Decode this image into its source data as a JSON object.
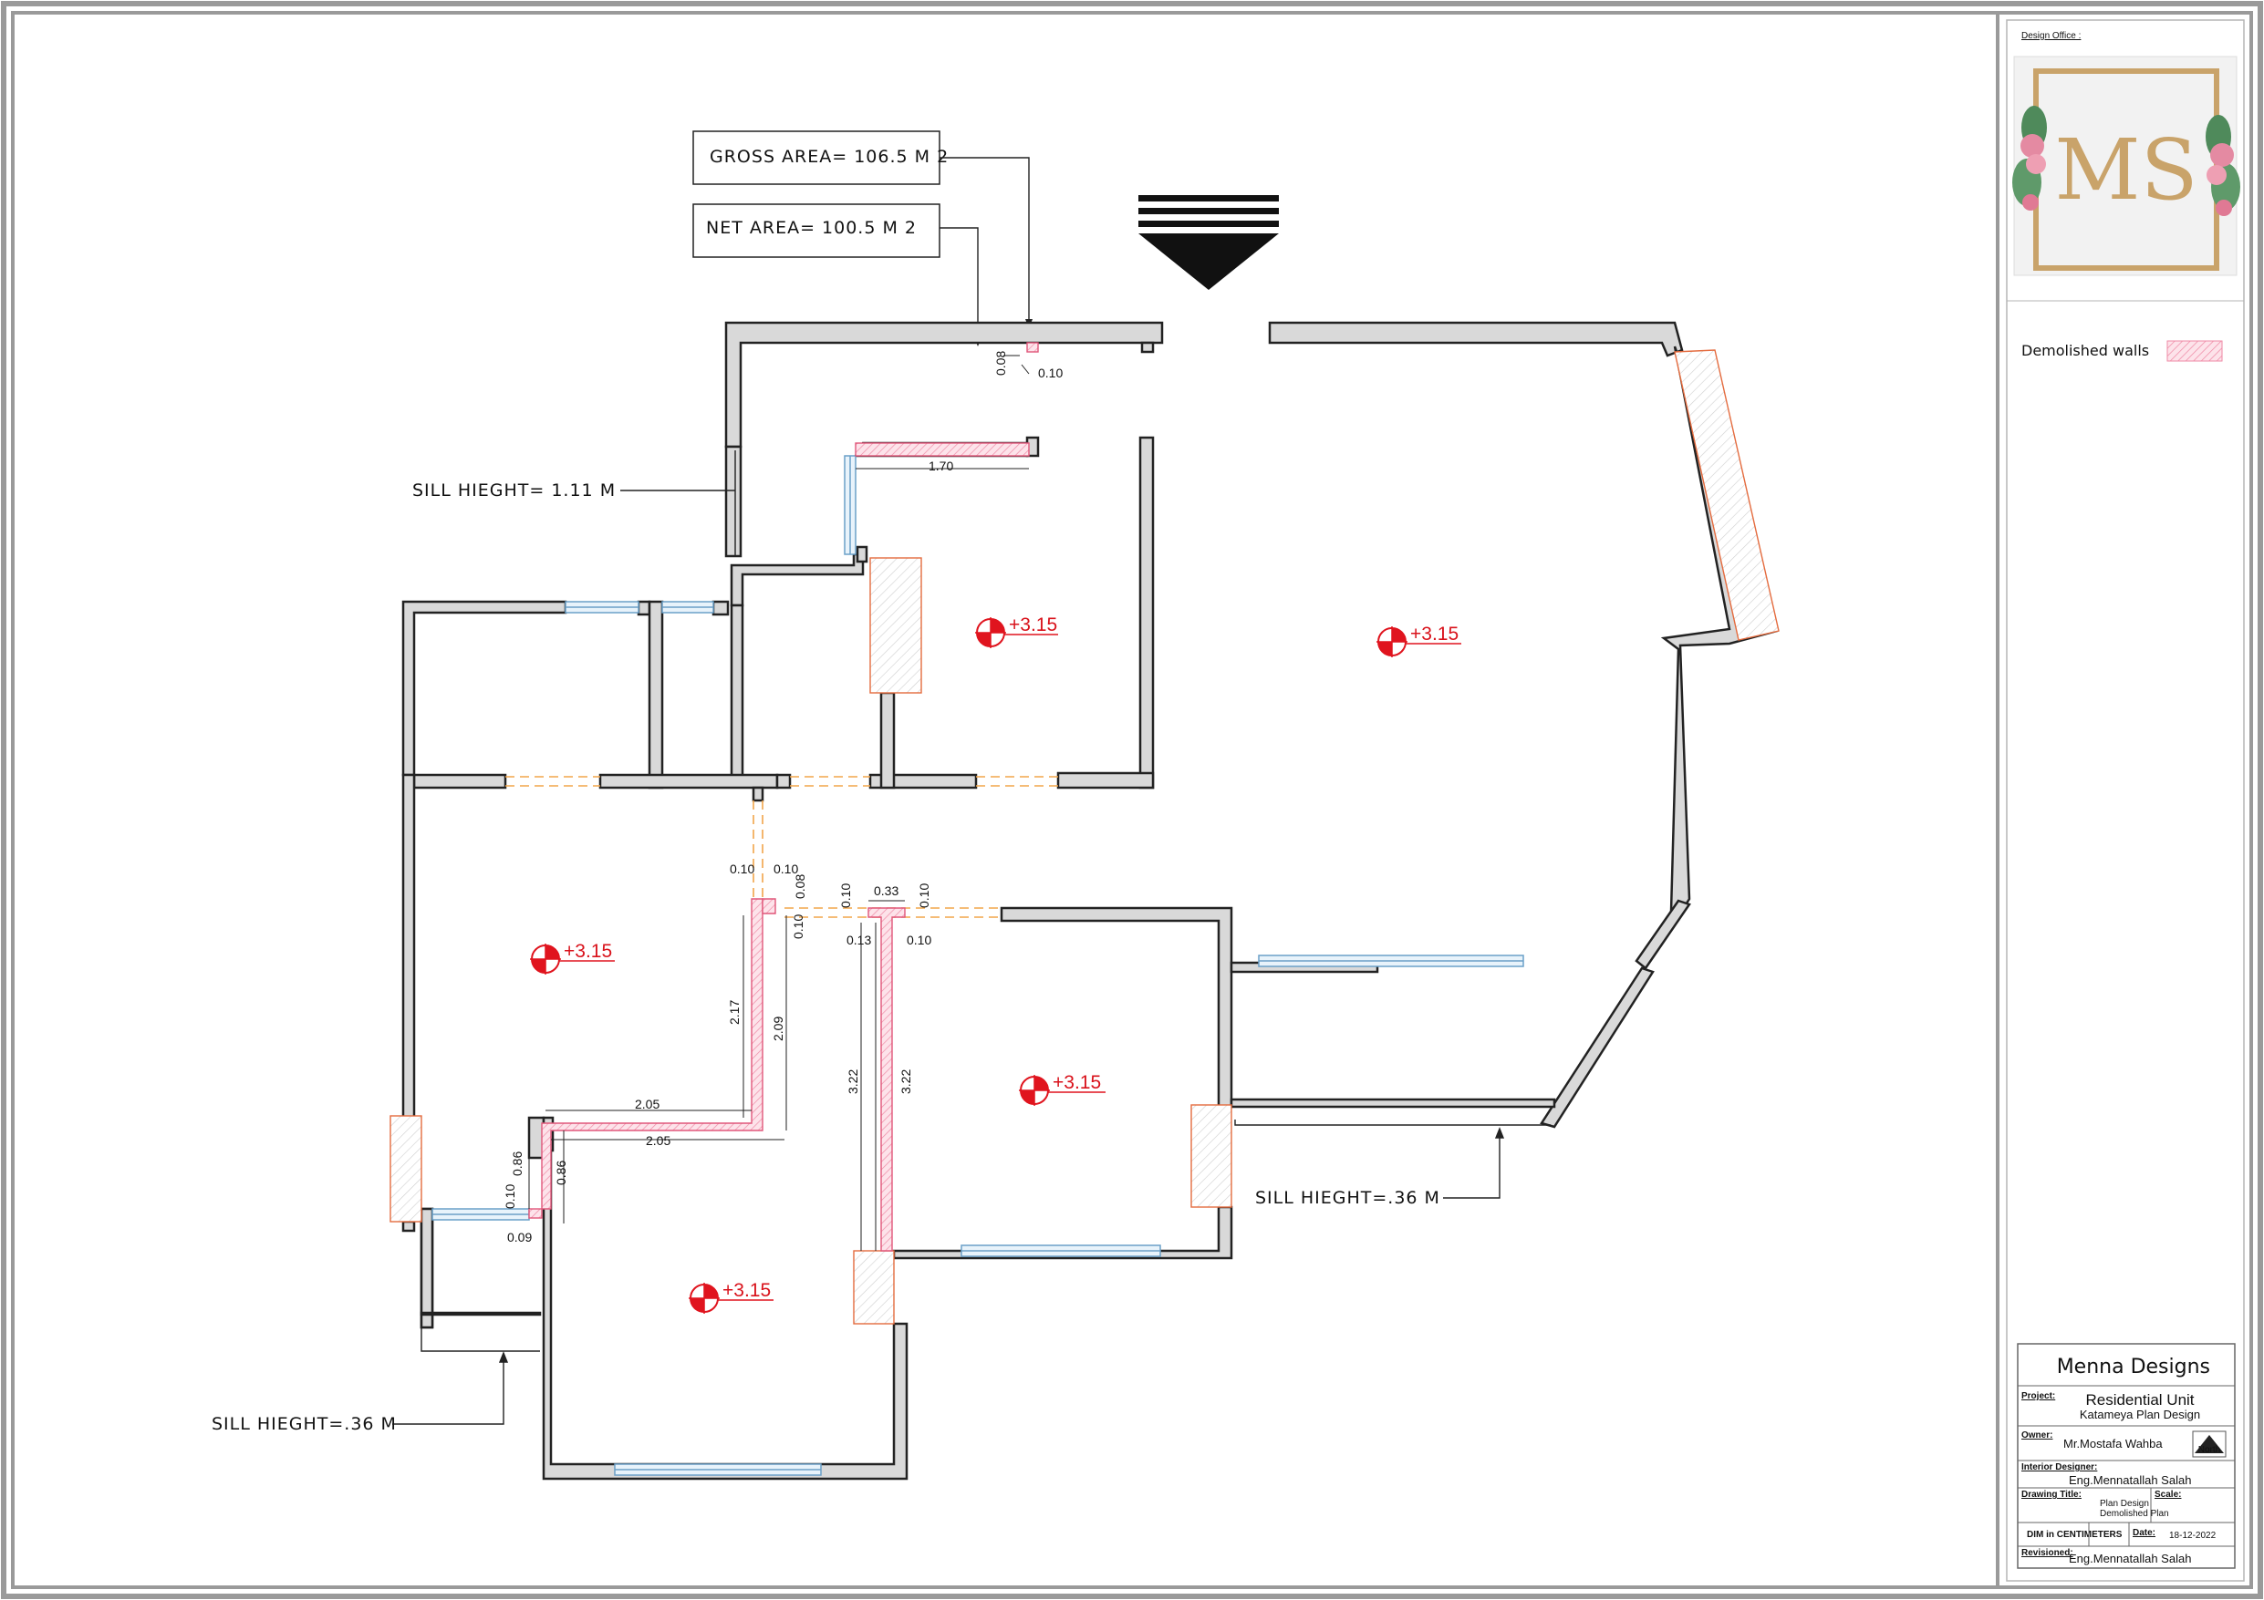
{
  "title_block": {
    "office_label": "Design Office :",
    "logo_text": "MS",
    "legend_label": "Demolished walls",
    "company": "Menna Designs",
    "project_label": "Project:",
    "project_title": "Residential Unit",
    "project_subtitle": "Katameya Plan Design",
    "owner_label": "Owner:",
    "owner_name": "Mr.Mostafa Wahba",
    "north_label": "North",
    "designer_label": "Interior Designer:",
    "designer_name": "Eng.Mennatallah Salah",
    "drawing_title_label": "Drawing Title:",
    "drawing_title_1": "Plan Design",
    "drawing_title_2": "Demolished Plan",
    "scale_label": "Scale:",
    "units_note": "DIM in CENTIMETERS",
    "date_label": "Date:",
    "date": "18-12-2022",
    "revised_label": "Revisioned:",
    "revised_name": "Eng.Mennatallah Salah"
  },
  "notes": {
    "gross_area": "GROSS AREA= 106.5  M 2",
    "net_area": "NET AREA= 100.5 M 2",
    "sill_1": "SILL HIEGHT= 1.11 M",
    "sill_2": "SILL HIEGHT=.36 M",
    "sill_3": "SILL HIEGHT=.36 M"
  },
  "levels": {
    "room_top_center": "+3.15",
    "room_right": "+3.15",
    "room_left": "+3.15",
    "room_center": "+3.15",
    "room_bottom": "+3.15"
  },
  "dimensions": {
    "d_008_top": "0.08",
    "d_010_top": "0.10",
    "d_170": "1.70",
    "d_010_a": "0.10",
    "d_010_b": "0.10",
    "d_008_mid": "0.08",
    "d_010_c": "0.10",
    "d_010_d": "0.10",
    "d_033": "0.33",
    "d_010_e": "0.10",
    "d_013": "0.13",
    "d_010_f": "0.10",
    "d_217": "2.17",
    "d_209": "2.09",
    "d_322_a": "3.22",
    "d_322_b": "3.22",
    "d_205_a": "2.05",
    "d_205_b": "2.05",
    "d_086_a": "0.86",
    "d_086_b": "0.86",
    "d_010_g": "0.10",
    "d_009": "0.09"
  },
  "colors": {
    "wall_fill": "#d9d9d9",
    "demolished": "#f4a6b8",
    "window": "#8fbcd8",
    "level_marker": "#e0141e",
    "door_dash": "#f2a54a"
  }
}
